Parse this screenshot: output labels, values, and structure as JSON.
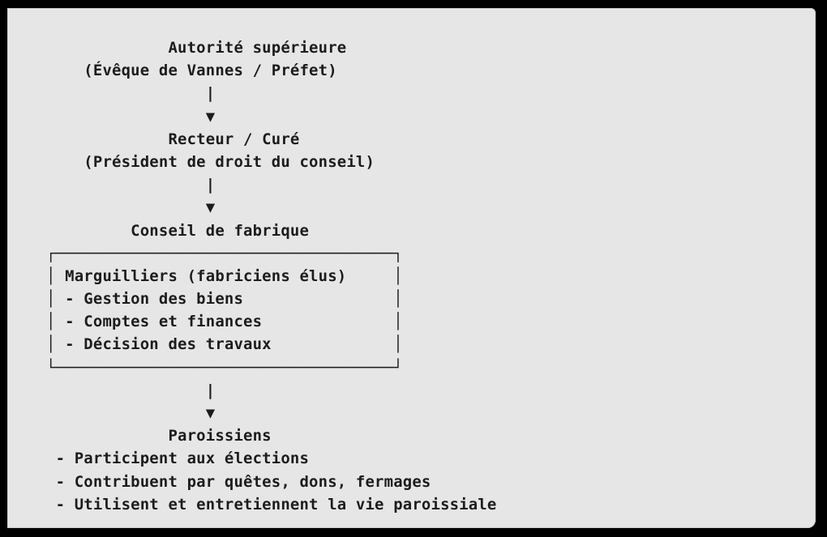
{
  "diagram": {
    "lines": [
      "             Autorité supérieure",
      "    (Évêque de Vannes / Préfet)",
      "                 |",
      "                 ▼",
      "             Recteur / Curé",
      "    (Président de droit du conseil)",
      "                 |",
      "                 ▼",
      "         Conseil de fabrique",
      "┌────────────────────────────────────┐",
      "│ Marguilliers (fabriciens élus)     │",
      "│ - Gestion des biens                │",
      "│ - Comptes et finances              │",
      "│ - Décision des travaux             │",
      "└────────────────────────────────────┘",
      "                 |",
      "                 ▼",
      "             Paroissiens",
      " - Participent aux élections",
      " - Contribuent par quêtes, dons, fermages",
      " - Utilisent et entretiennent la vie paroissiale"
    ]
  }
}
